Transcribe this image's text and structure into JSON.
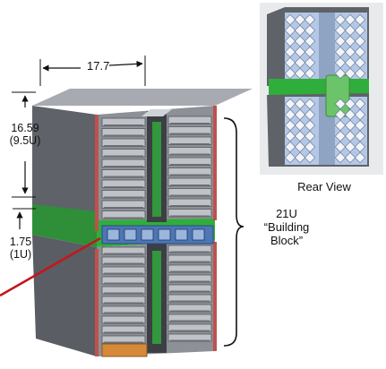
{
  "dimensions": {
    "width": "17.7",
    "upper_height_value": "16.59",
    "upper_height_units": "(9.5U)",
    "spacer_height_value": "1.75",
    "spacer_height_units": "(1U)"
  },
  "rear_view_label": "Rear View",
  "block_label": {
    "line1": "21U",
    "line2": "“Building",
    "line3": "Block”"
  },
  "colors": {
    "chassis_top": "#a7aab0",
    "chassis_side": "#5f6268",
    "chassis_front": "#8d9096",
    "blade": "#bfc2c6",
    "green_board": "#2fae3c",
    "connector_blue": "#4d76b4",
    "edge_red": "#c0504d",
    "leader_red": "#c4161c",
    "rear_bg": "#e9eaec",
    "rear_panel": "#b4c8e6",
    "rear_green": "#6cc46a"
  }
}
